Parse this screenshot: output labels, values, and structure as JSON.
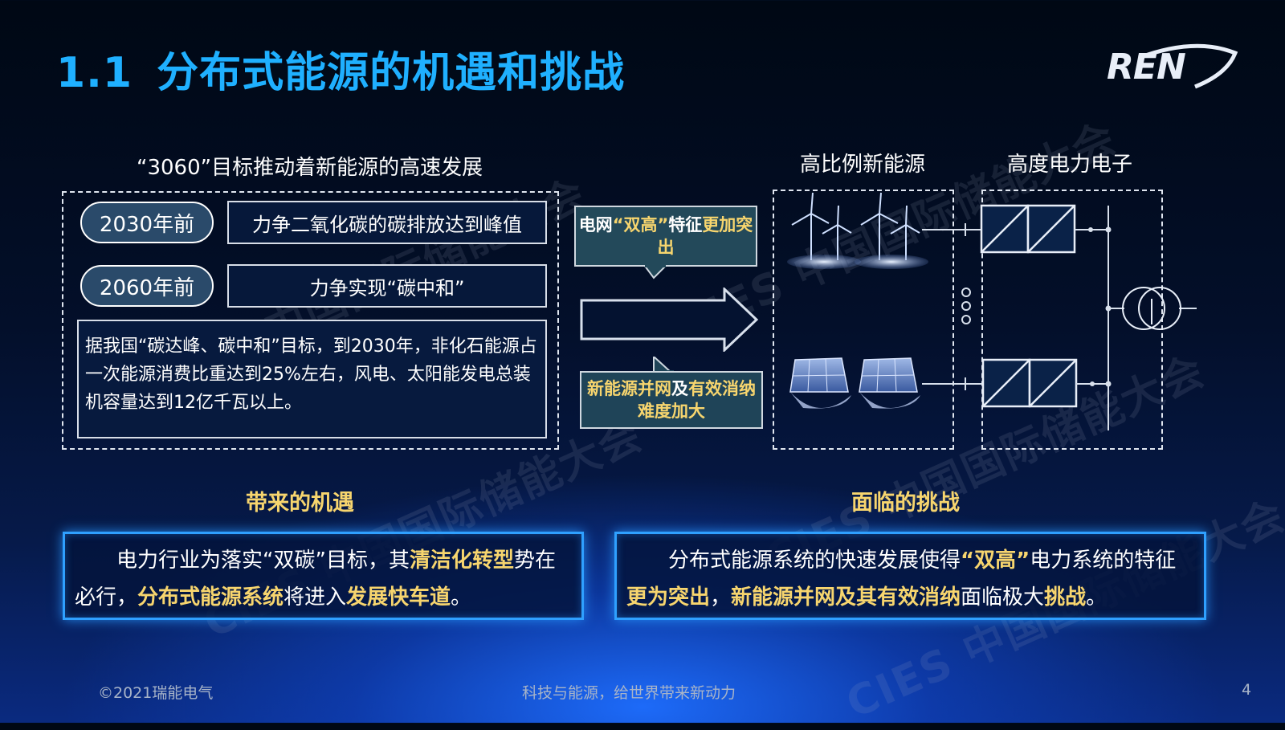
{
  "title": {
    "number": "1.1",
    "text": "分布式能源的机遇和挑战"
  },
  "logo": {
    "text": "REN"
  },
  "watermark": {
    "text": "CIES 中国国际储能大会"
  },
  "goals": {
    "heading": "“3060”目标推动着新能源的高速发展",
    "items": [
      {
        "year": "2030年前",
        "text": "力争二氧化碳的碳排放达到峰值"
      },
      {
        "year": "2060年前",
        "text": "力争实现“碳中和”"
      }
    ],
    "description": "据我国“碳达峰、碳中和”目标，到2030年，非化石能源占一次能源消费比重达到25%左右，风电、太阳能发电总装机容量达到12亿千瓦以上。"
  },
  "callouts": {
    "top": {
      "part1": "电网",
      "part2": "“双高”",
      "part3": "特征",
      "part4": "更加突出"
    },
    "bottom": {
      "part1": "新能源并网",
      "part2": "及",
      "part3": "有效消纳难度加大"
    }
  },
  "diagram": {
    "header_left": "高比例新能源",
    "header_right": "高度电力电子"
  },
  "opportunity": {
    "heading": "带来的机遇",
    "t1": "电力行业为落实“双碳”目标，其",
    "t2": "清洁化转型",
    "t3": "势在必行，",
    "t4": "分布式能源系统",
    "t5": "将进入",
    "t6": "发展快车道",
    "t7": "。"
  },
  "challenge": {
    "heading": "面临的挑战",
    "t1": "分布式能源系统的快速发展使得",
    "t2": "“双高”",
    "t3": "电力系统的特征",
    "t4": "更为突出",
    "t5": "，",
    "t6": "新能源并网及其有效消纳",
    "t7": "面临极大",
    "t8": "挑战",
    "t9": "。"
  },
  "footer": {
    "copyright": "©2021瑞能电气",
    "slogan": "科技与能源，给世界带来新动力",
    "page": "4"
  },
  "colors": {
    "title": "#1fb0ff",
    "highlight": "#f7d56e",
    "glow_border": "#2fa0ff"
  }
}
